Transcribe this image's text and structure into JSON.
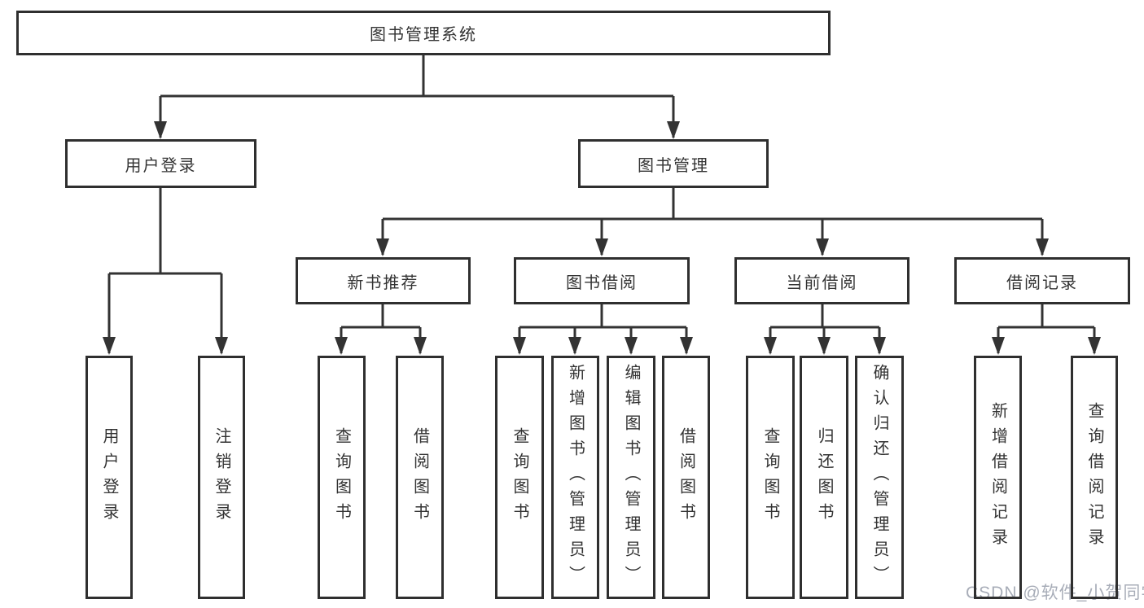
{
  "diagram": {
    "root": {
      "label": "图书管理系统"
    },
    "user_login": {
      "label": "用户登录",
      "children": [
        {
          "label": "用户登录"
        },
        {
          "label": "注销登录"
        }
      ]
    },
    "book_mgmt": {
      "label": "图书管理",
      "children": [
        {
          "label": "新书推荐",
          "children": [
            {
              "label": "查询图书"
            },
            {
              "label": "借阅图书"
            }
          ]
        },
        {
          "label": "图书借阅",
          "children": [
            {
              "label": "查询图书"
            },
            {
              "label": "新增图书（管理员）"
            },
            {
              "label": "编辑图书（管理员）"
            },
            {
              "label": "借阅图书"
            }
          ]
        },
        {
          "label": "当前借阅",
          "children": [
            {
              "label": "查询图书"
            },
            {
              "label": "归还图书"
            },
            {
              "label": "确认归还（管理员）"
            }
          ]
        },
        {
          "label": "借阅记录",
          "children": [
            {
              "label": "新增借阅记录"
            },
            {
              "label": "查询借阅记录"
            }
          ]
        }
      ]
    }
  },
  "watermark": {
    "text": "CSDN @软件_小贺同学"
  },
  "colors": {
    "line": "#333333",
    "border": "#2f2f2f",
    "fill": "#ffffff",
    "text": "#333333",
    "watermark": "#a8adb8"
  }
}
